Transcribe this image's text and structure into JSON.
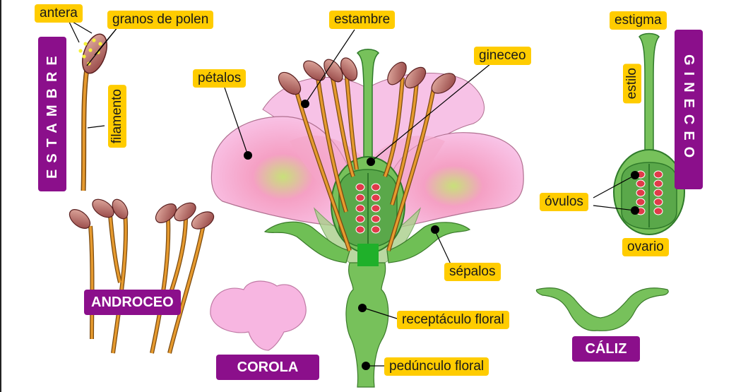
{
  "labels": {
    "antera": "antera",
    "granos_polen": "granos de polen",
    "filamento": "filamento",
    "estambre": "estambre",
    "petalos": "pétalos",
    "gineceo": "gineceo",
    "estigma": "estigma",
    "estilo": "estilo",
    "ovulos": "óvulos",
    "ovario": "ovario",
    "sepalos": "sépalos",
    "receptaculo": "receptáculo floral",
    "pedunculo": "pedúnculo  floral"
  },
  "groups": {
    "estambre": "ESTAMBRE",
    "gineceo": "GINECEO",
    "androceo": "ANDROCEO",
    "corola": "COROLA",
    "caliz": "CÁLIZ"
  },
  "colors": {
    "label_bg": "#ffcc00",
    "group_bg": "#8b0f8b",
    "petal": "#f7b6e1",
    "stem": "#77c15b",
    "anther": "#a85a5a",
    "filament": "#d98a1c"
  }
}
